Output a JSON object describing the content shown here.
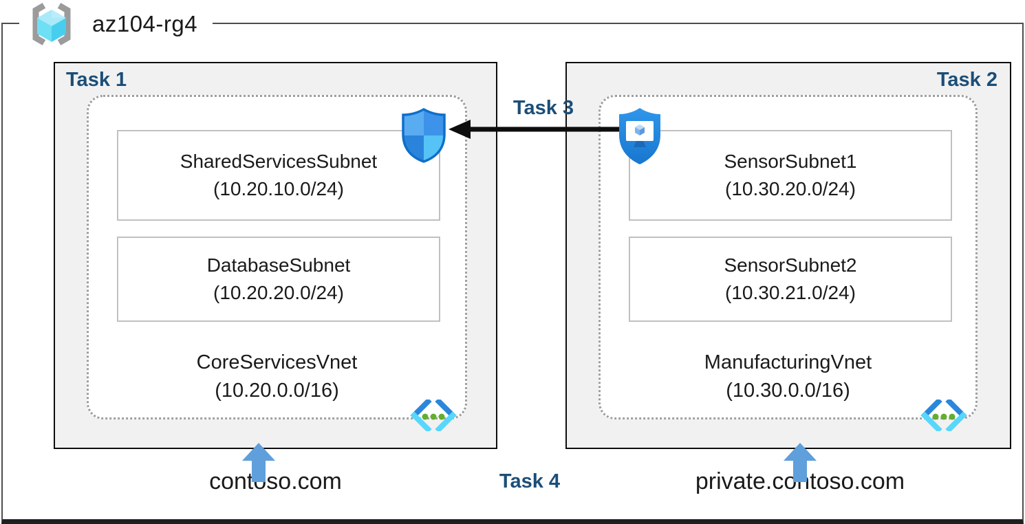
{
  "resource_group": {
    "name": "az104-rg4",
    "icon": "resource-group-icon"
  },
  "tasks": {
    "task3": "Task 3",
    "task4": "Task 4"
  },
  "vnets": [
    {
      "task": "Task 1",
      "name": "CoreServicesVnet",
      "cidr": "(10.20.0.0/16)",
      "domain": "contoso.com",
      "badge_icon": "security-shield-icon",
      "subnets": [
        {
          "name": "SharedServicesSubnet",
          "cidr": "(10.20.10.0/24)"
        },
        {
          "name": "DatabaseSubnet",
          "cidr": "(10.20.20.0/24)"
        }
      ]
    },
    {
      "task": "Task 2",
      "name": "ManufacturingVnet",
      "cidr": "(10.30.0.0/16)",
      "domain": "private.contoso.com",
      "badge_icon": "vm-shield-icon",
      "subnets": [
        {
          "name": "SensorSubnet1",
          "cidr": "(10.30.20.0/24)"
        },
        {
          "name": "SensorSubnet2",
          "cidr": "(10.30.21.0/24)"
        }
      ]
    }
  ],
  "icons": {
    "resource_group": "resource-group-icon",
    "virtual_network": "virtual-network-icon",
    "security_shield": "security-shield-icon",
    "vm_shield": "vm-shield-icon",
    "peering_arrow": "left-arrow-icon",
    "dns_arrow": "up-arrow-icon"
  },
  "colors": {
    "task_label": "#1b4e78",
    "box_fill": "#f1f1f1",
    "box_border": "#0d0d0d",
    "dashed_border": "#9e9e9e",
    "subnet_border": "#c0c0c0",
    "up_arrow_blue": "#5f9fdb",
    "peering_arrow_black": "#0d0d0d",
    "green_dots": "#63ae2d"
  }
}
